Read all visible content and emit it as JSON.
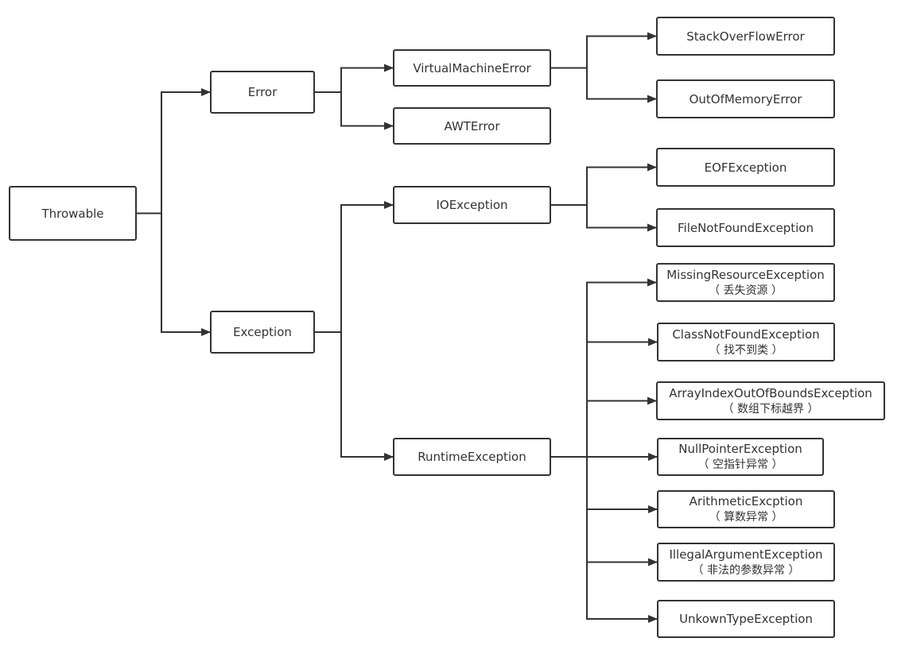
{
  "nodes": {
    "throwable": {
      "label": "Throwable"
    },
    "error": {
      "label": "Error"
    },
    "exception": {
      "label": "Exception"
    },
    "virtual_machine_error": {
      "label": "VirtualMachineError"
    },
    "awt_error": {
      "label": "AWTError"
    },
    "io_exception": {
      "label": "IOException"
    },
    "runtime_exception": {
      "label": "RuntimeException"
    },
    "stack_overflow_error": {
      "label": "StackOverFlowError"
    },
    "out_of_memory_error": {
      "label": "OutOfMemoryError"
    },
    "eof_exception": {
      "label": "EOFException"
    },
    "file_not_found_exception": {
      "label": "FileNotFoundException"
    },
    "missing_resource_exception": {
      "label": "MissingResourceException",
      "note": "（ 丢失资源 ）"
    },
    "class_not_found_exception": {
      "label": "ClassNotFoundException",
      "note": "（ 找不到类 ）"
    },
    "array_index_out_of_bounds_exception": {
      "label": "ArrayIndexOutOfBoundsException",
      "note": "（ 数组下标越界 ）"
    },
    "null_pointer_exception": {
      "label": "NullPointerException",
      "note": "（ 空指针异常 ）"
    },
    "arithmetic_excption": {
      "label": "ArithmeticExcption",
      "note": "（ 算数异常 ）"
    },
    "illegal_argument_exception": {
      "label": "IllegalArgumentException",
      "note": "（ 非法的参数异常 ）"
    },
    "unkown_type_exception": {
      "label": "UnkownTypeException"
    }
  },
  "edges": [
    [
      "throwable",
      "error"
    ],
    [
      "throwable",
      "exception"
    ],
    [
      "error",
      "virtual_machine_error"
    ],
    [
      "error",
      "awt_error"
    ],
    [
      "virtual_machine_error",
      "stack_overflow_error"
    ],
    [
      "virtual_machine_error",
      "out_of_memory_error"
    ],
    [
      "exception",
      "io_exception"
    ],
    [
      "exception",
      "runtime_exception"
    ],
    [
      "io_exception",
      "eof_exception"
    ],
    [
      "io_exception",
      "file_not_found_exception"
    ],
    [
      "runtime_exception",
      "missing_resource_exception"
    ],
    [
      "runtime_exception",
      "class_not_found_exception"
    ],
    [
      "runtime_exception",
      "array_index_out_of_bounds_exception"
    ],
    [
      "runtime_exception",
      "null_pointer_exception"
    ],
    [
      "runtime_exception",
      "arithmetic_excption"
    ],
    [
      "runtime_exception",
      "illegal_argument_exception"
    ],
    [
      "runtime_exception",
      "unkown_type_exception"
    ]
  ]
}
